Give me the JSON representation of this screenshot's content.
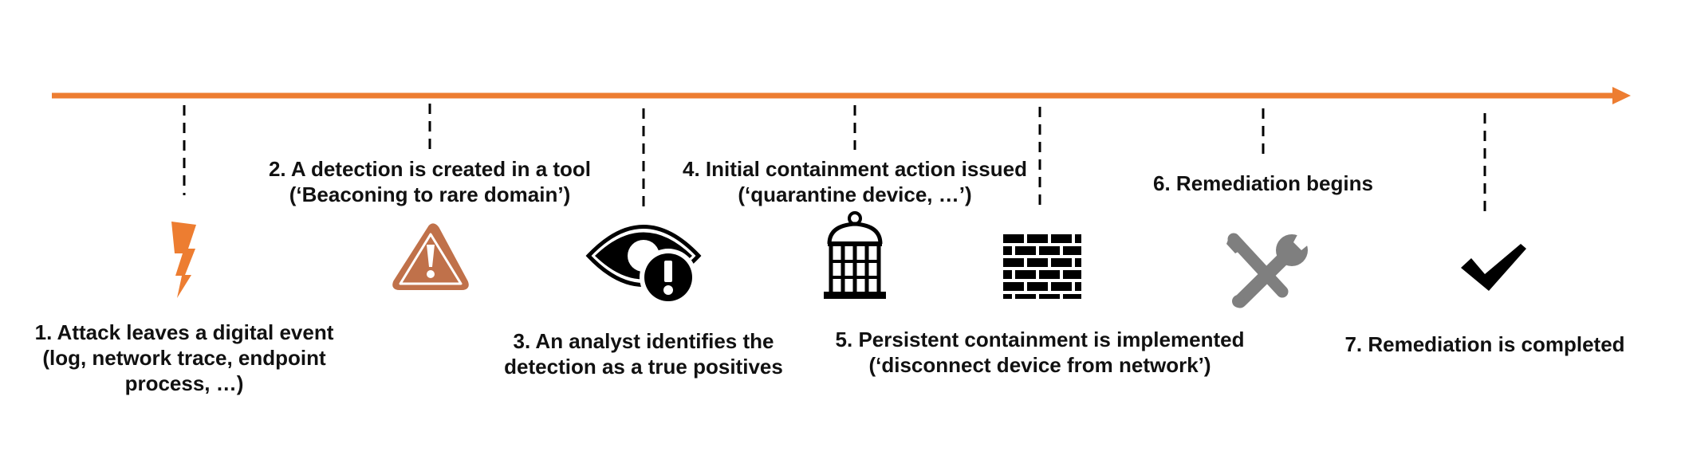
{
  "colors": {
    "timeline": "#ED7D31",
    "bolt": "#ED7D31",
    "warning": "#C0714A",
    "tools": "#7F7F7F",
    "text": "#111111"
  },
  "steps": [
    {
      "icon": "lightning-bolt-icon",
      "lines": [
        "1. Attack leaves a digital event",
        "(log, network trace, endpoint",
        "process, …)"
      ]
    },
    {
      "icon": "warning-triangle-icon",
      "lines": [
        "2. A detection is created in a tool",
        "(‘Beaconing to rare domain’)"
      ]
    },
    {
      "icon": "eye-alert-icon",
      "lines": [
        "3. An analyst identifies the",
        "detection as a true positives"
      ]
    },
    {
      "icon": "birdcage-icon",
      "lines": [
        "4. Initial containment action issued",
        "(‘quarantine device, …’)"
      ]
    },
    {
      "icon": "brick-wall-icon",
      "lines": [
        "5. Persistent containment is implemented",
        "(‘disconnect device from network’)"
      ]
    },
    {
      "icon": "wrench-screwdriver-icon",
      "lines": [
        "6. Remediation begins"
      ]
    },
    {
      "icon": "checkmark-icon",
      "lines": [
        "7. Remediation is completed"
      ]
    }
  ]
}
